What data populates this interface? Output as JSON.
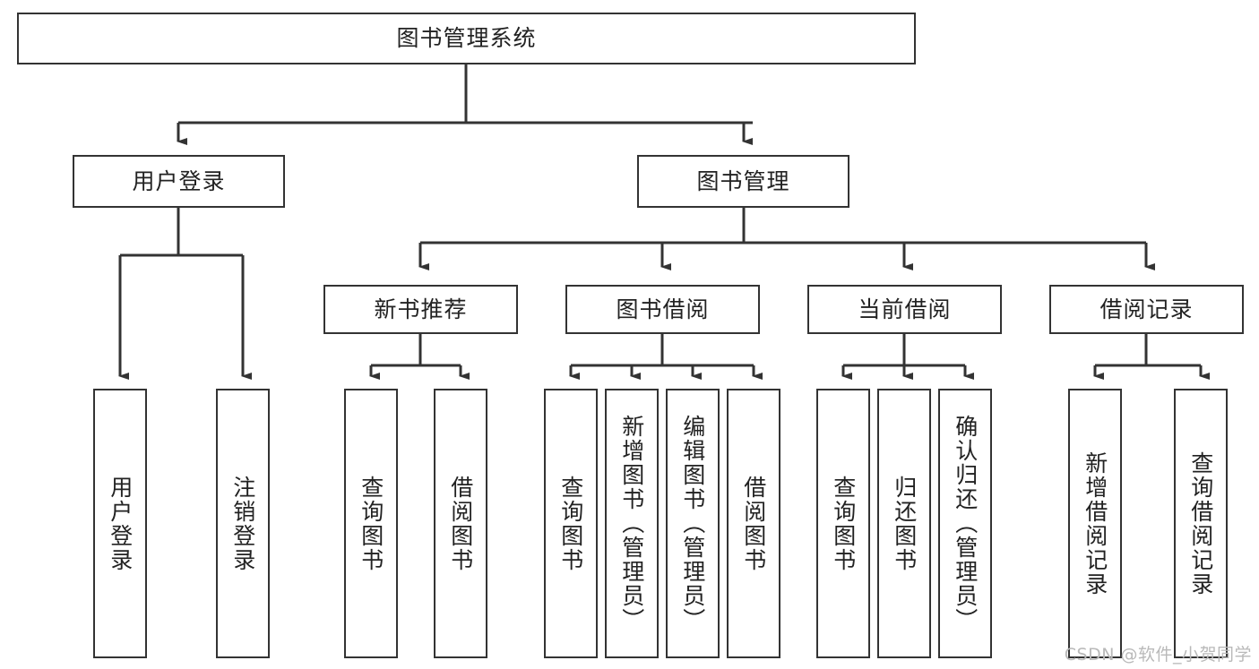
{
  "diagram": {
    "title": "图书管理系统",
    "watermark": "CSDN @软件_小贺同学",
    "line_color": "#333333",
    "box_fill": "#ffffff",
    "text_color": "#222222",
    "watermark_color": "#b9b9b9"
  },
  "nodes": {
    "root": {
      "label": "图书管理系统"
    },
    "level2": [
      {
        "label": "用户登录"
      },
      {
        "label": "图书管理"
      }
    ],
    "level3": [
      {
        "label": "新书推荐"
      },
      {
        "label": "图书借阅"
      },
      {
        "label": "当前借阅"
      },
      {
        "label": "借阅记录"
      }
    ],
    "leaves_login": [
      {
        "label": "用户登录"
      },
      {
        "label": "注销登录"
      }
    ],
    "leaves_newbook": [
      {
        "label": "查询图书"
      },
      {
        "label": "借阅图书"
      }
    ],
    "leaves_borrow": [
      {
        "label": "查询图书"
      },
      {
        "label": "新增图书（管理员）"
      },
      {
        "label": "编辑图书（管理员）"
      },
      {
        "label": "借阅图书"
      }
    ],
    "leaves_current": [
      {
        "label": "查询图书"
      },
      {
        "label": "归还图书"
      },
      {
        "label": "确认归还（管理员）"
      }
    ],
    "leaves_record": [
      {
        "label": "新增借阅记录"
      },
      {
        "label": "查询借阅记录"
      }
    ]
  }
}
